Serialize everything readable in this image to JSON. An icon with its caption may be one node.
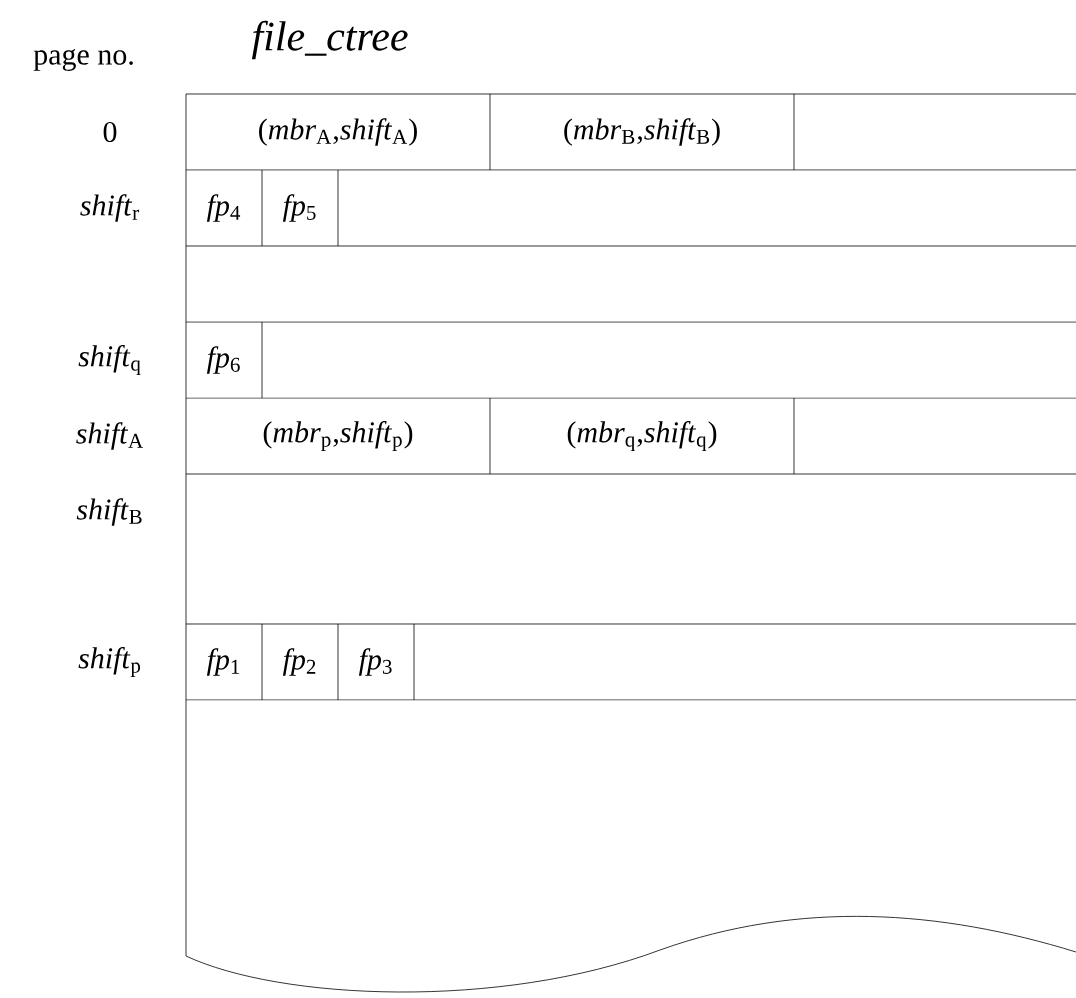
{
  "diagram": {
    "title": "file_ctree",
    "labels": [
      "page no.",
      "0",
      "(*mbr*$_{A}$,*shift*$_{A}$)",
      "(*mbr*$_{B}$,*shift*$_{B}$)",
      "*shift*$_{r}$",
      "*fp*$_{4}$",
      "*fp*$_{5}$",
      "*shift*$_{q}$",
      "*fp*$_{6}$",
      "*shift*$_{A}$",
      "(*mbr*$_{p}$,*shift*$_{p}$)",
      "(*mbr*$_{q}$,*shift*$_{q}$)",
      "*shift*$_{B}$",
      "*shift*$_{p}$",
      "*fp*$_{1}$",
      "*fp*$_{2}$",
      "*fp*$_{3}$"
    ]
  }
}
